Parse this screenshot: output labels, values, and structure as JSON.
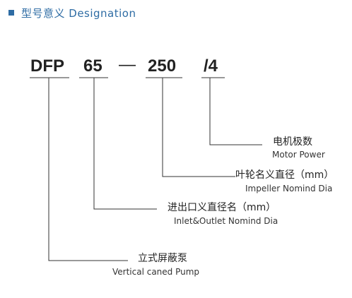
{
  "header": {
    "title": "型号意义 Designation"
  },
  "model": {
    "parts": [
      "DFP",
      "65",
      "—",
      "250",
      "/4"
    ]
  },
  "labels": [
    {
      "cn": "电机极数",
      "en": "Motor Power"
    },
    {
      "cn": "叶轮名义直径（mm）",
      "en": "Impeller Nomind Dia"
    },
    {
      "cn": "进出口义直径名（mm）",
      "en": "Inlet&Outlet Nomind Dia"
    },
    {
      "cn": "立式屏蔽泵",
      "en": "Vertical caned Pump"
    }
  ],
  "colors": {
    "accent": "#2e6ca4",
    "line": "#333333"
  }
}
